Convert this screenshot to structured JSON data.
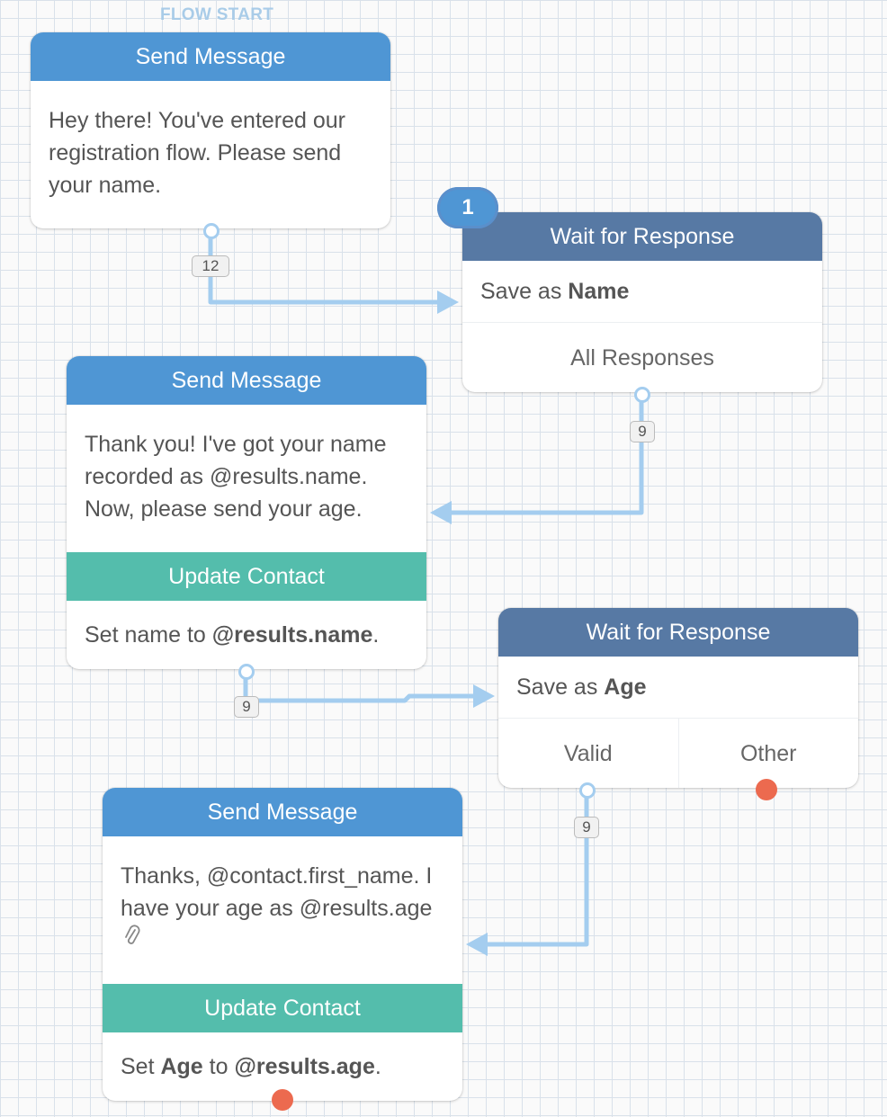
{
  "canvas": {
    "flow_start_label": "FLOW START"
  },
  "nodes": {
    "send1": {
      "header": "Send Message",
      "text": "Hey there! You've entered our registration flow. Please send your name.",
      "exit_count": "12"
    },
    "wait1": {
      "step_number": "1",
      "header": "Wait for Response",
      "save_prefix": "Save as ",
      "save_name": "Name",
      "categories": [
        "All Responses"
      ],
      "exit_count": "9"
    },
    "send2": {
      "header": "Send Message",
      "text": "Thank you! I've got your name recorded as @results.name. Now, please send your age.",
      "action_header": "Update Contact",
      "action_prefix": "Set name to ",
      "action_value": "@results.name",
      "action_suffix": ".",
      "exit_count": "9"
    },
    "wait2": {
      "header": "Wait for Response",
      "save_prefix": "Save as ",
      "save_name": "Age",
      "categories": [
        "Valid",
        "Other"
      ],
      "exit_count": "9"
    },
    "send3": {
      "header": "Send Message",
      "text": "Thanks, @contact.first_name. I have your age as @results.age",
      "attachment_icon": "paperclip-icon",
      "action_header": "Update Contact",
      "action_prefix": "Set ",
      "action_field": "Age",
      "action_mid": " to ",
      "action_value": "@results.age",
      "action_suffix": "."
    }
  },
  "colors": {
    "send_header": "#4f96d4",
    "wait_header": "#5779a4",
    "update_header": "#54bdac",
    "wire": "#a4cdef",
    "unconnected_exit": "#ec6a4f",
    "flow_start": "#a9cce8"
  }
}
